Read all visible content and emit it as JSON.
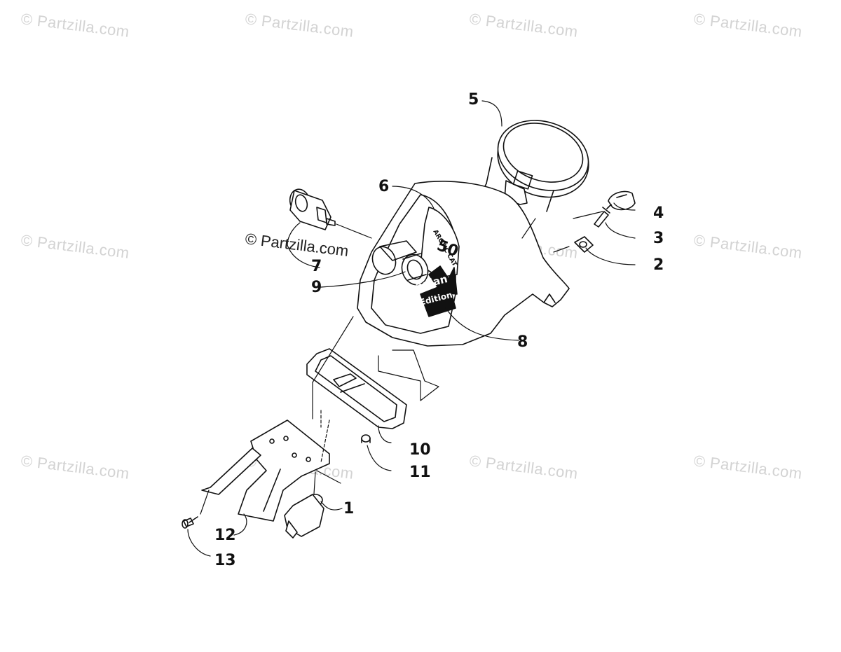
{
  "watermark": "© Partzilla.com",
  "callouts": [
    {
      "id": "1",
      "label": "1"
    },
    {
      "id": "2",
      "label": "2"
    },
    {
      "id": "3",
      "label": "3"
    },
    {
      "id": "4",
      "label": "4"
    },
    {
      "id": "5",
      "label": "5"
    },
    {
      "id": "6",
      "label": "6"
    },
    {
      "id": "7",
      "label": "7"
    },
    {
      "id": "8",
      "label": "8"
    },
    {
      "id": "9",
      "label": "9"
    },
    {
      "id": "10",
      "label": "10"
    },
    {
      "id": "11",
      "label": "11"
    },
    {
      "id": "12",
      "label": "12"
    },
    {
      "id": "13",
      "label": "13"
    }
  ],
  "decal": {
    "brand": "ARCTIC CAT",
    "number": "50",
    "line1": "adian",
    "line2": "Edition"
  },
  "colors": {
    "line": "#111111",
    "watermark": "#d3d3d3",
    "fill": "#ffffff"
  }
}
